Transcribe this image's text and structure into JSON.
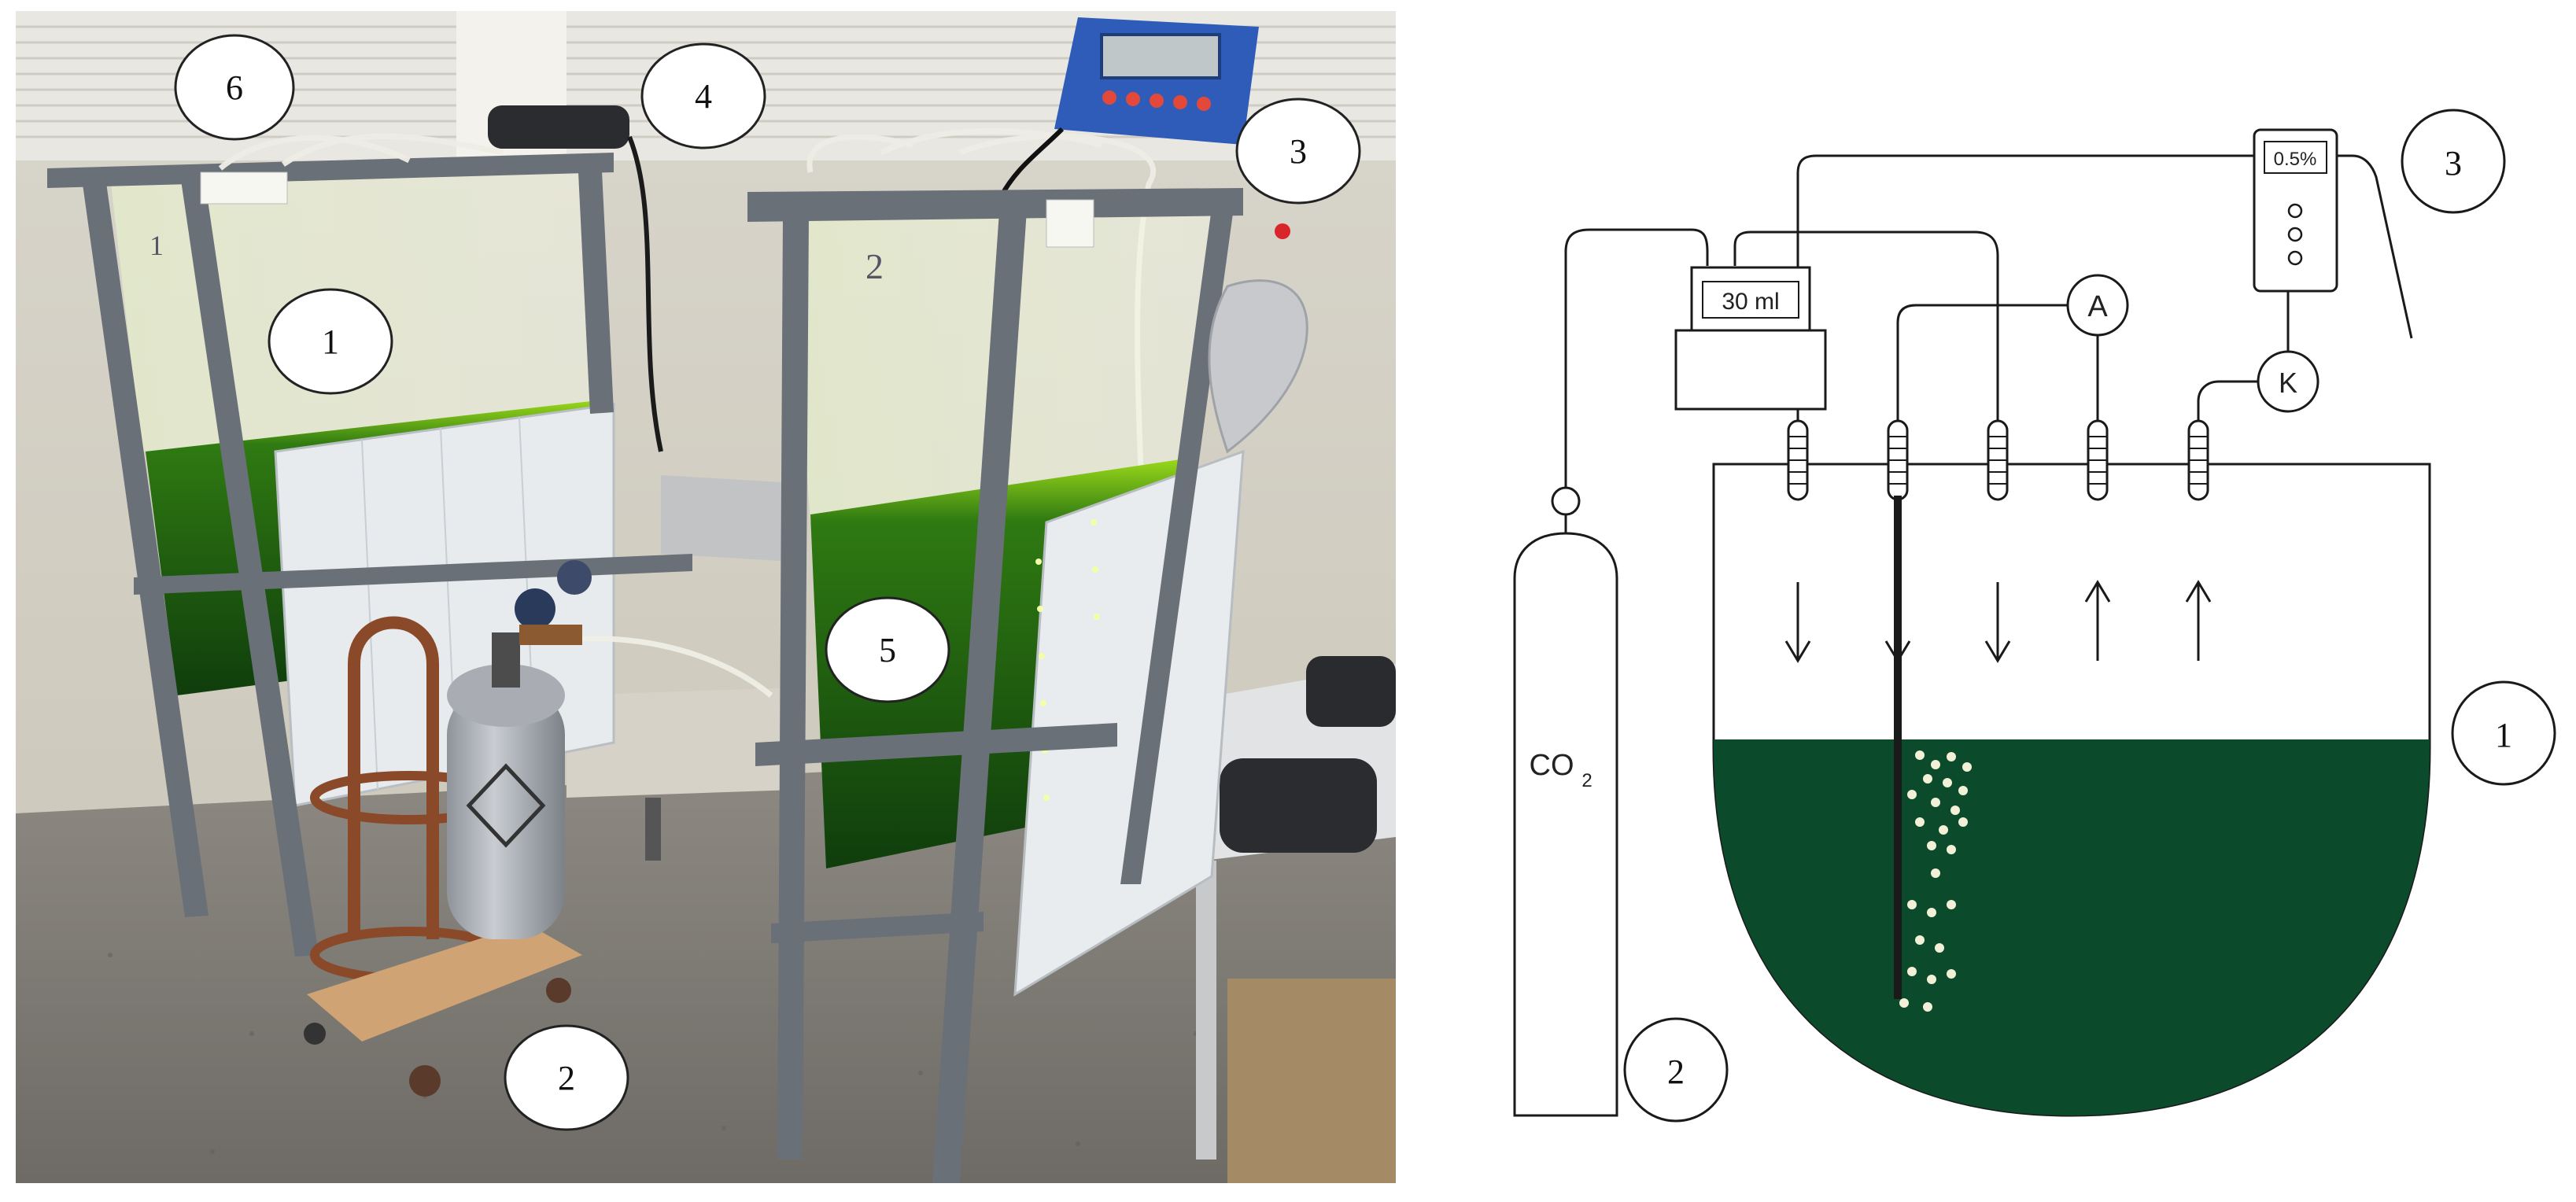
{
  "photo": {
    "callouts": [
      {
        "id": "1",
        "text": "1"
      },
      {
        "id": "2",
        "text": "2"
      },
      {
        "id": "3",
        "text": "3"
      },
      {
        "id": "4",
        "text": "4"
      },
      {
        "id": "5",
        "text": "5"
      },
      {
        "id": "6",
        "text": "6"
      }
    ],
    "tank_numbers": {
      "left": "1",
      "right": "2"
    }
  },
  "schematic": {
    "flowmeter_display": "30 ml",
    "sensor_display": "0.5%",
    "gauge_a": "A",
    "gauge_k": "K",
    "co2_main": "CO",
    "co2_sub": "2",
    "callouts": [
      {
        "id": "1",
        "text": "1"
      },
      {
        "id": "2",
        "text": "2"
      },
      {
        "id": "3",
        "text": "3"
      }
    ],
    "colors": {
      "culture": "#0b4a2a",
      "line": "#1a1a1a"
    }
  }
}
